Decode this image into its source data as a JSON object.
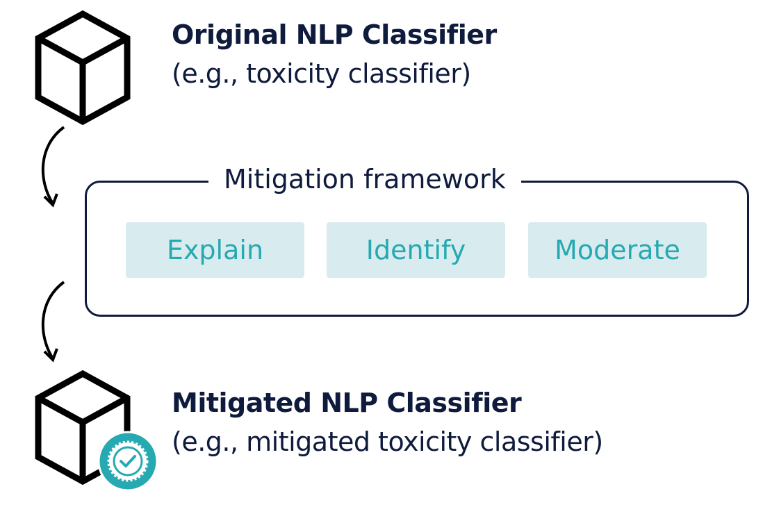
{
  "original": {
    "title": "Original NLP Classifier",
    "subtitle": "(e.g., toxicity classifier)",
    "icon": "cube-icon"
  },
  "framework": {
    "title": "Mitigation framework",
    "steps": [
      {
        "label": "Explain"
      },
      {
        "label": "Identify"
      },
      {
        "label": "Moderate"
      }
    ]
  },
  "mitigated": {
    "title": "Mitigated NLP Classifier",
    "subtitle": "(e.g., mitigated toxicity classifier)",
    "icon": "cube-icon",
    "badge": "verified-badge-icon"
  },
  "colors": {
    "text": "#0f1b3d",
    "accent": "#26a9b0",
    "step_bg": "#d8ebef"
  }
}
